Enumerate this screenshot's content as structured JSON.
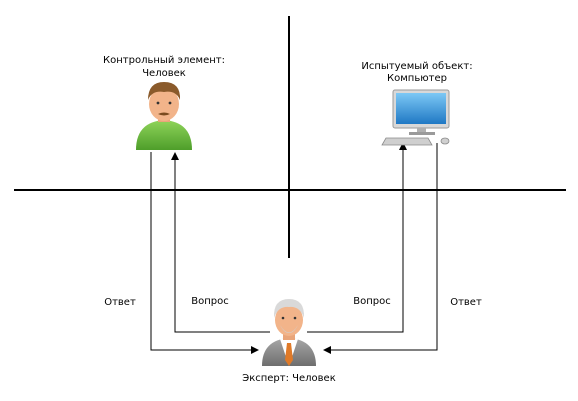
{
  "labels": {
    "control_line1": "Контрольный элемент:",
    "control_line2": "Человек",
    "subject_line1": "Испытуемый объект:",
    "subject_line2": "Компьютер",
    "expert": "Эксперт: Человек",
    "answer_left": "Ответ",
    "question_left": "Вопрос",
    "question_right": "Вопрос",
    "answer_right": "Ответ"
  },
  "icons": {
    "control": "young-man-icon",
    "subject": "desktop-computer-icon",
    "expert": "elderly-man-icon"
  },
  "colors": {
    "line": "#000000",
    "shirt_green": "#6cbf3c",
    "hair_brown": "#8a5a2b",
    "skin": "#f2b48a",
    "monitor_blue": "#2c8fd6",
    "suit_gray": "#8c8c8c",
    "tie_orange": "#e07a28"
  }
}
